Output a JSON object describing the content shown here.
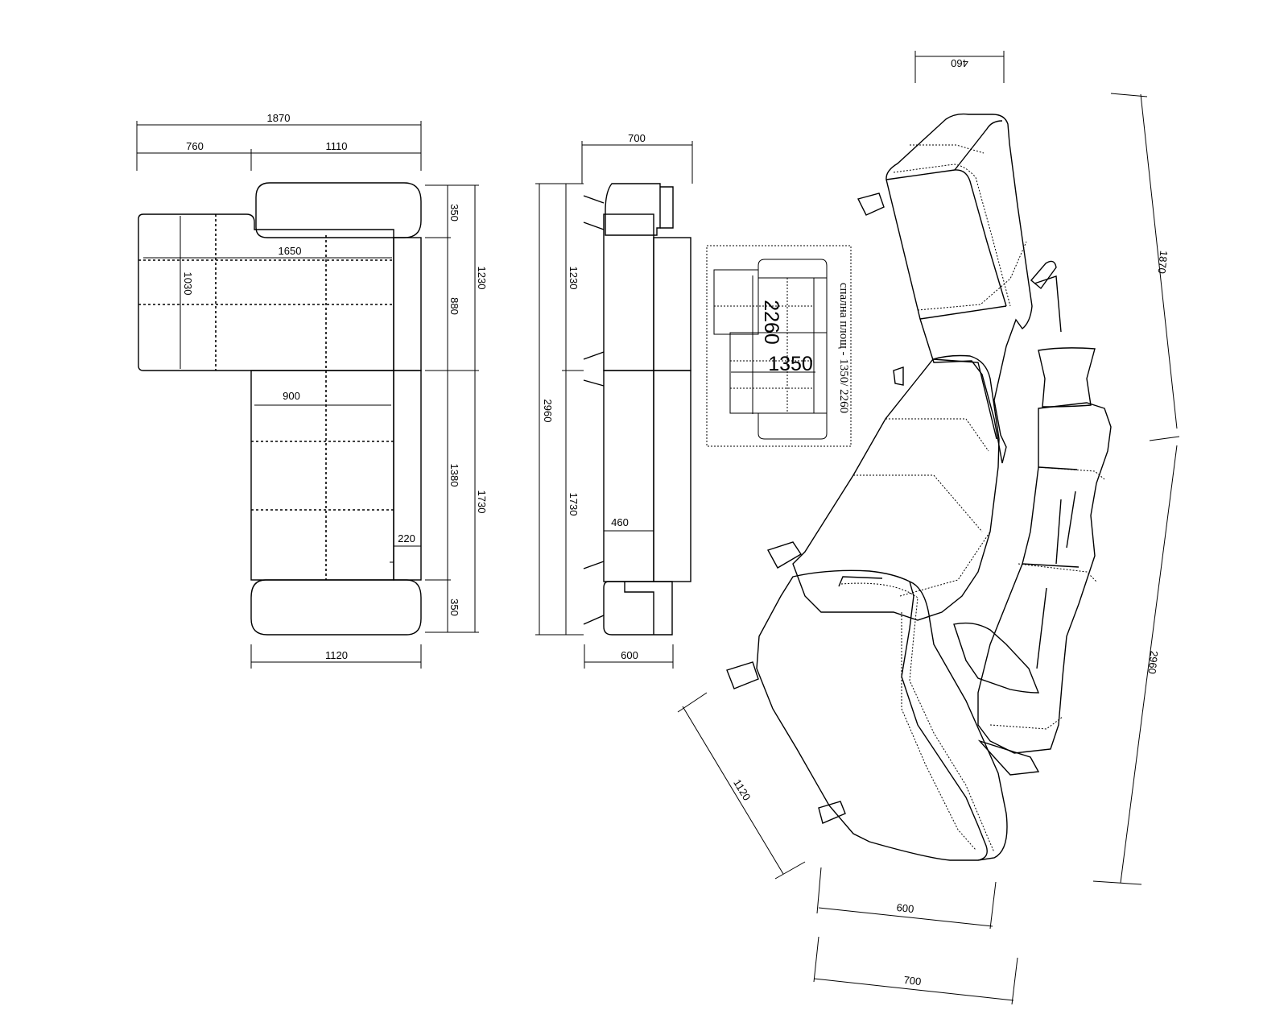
{
  "top_view": {
    "overall_width": "1870",
    "chaise_width": "760",
    "main_width": "1110",
    "depth_left": "1030",
    "bed_length": "1650",
    "seat_width": "900",
    "gap": "220",
    "arm_top": "350",
    "section_upper": "880",
    "height_upper": "1230",
    "section_lower": "1380",
    "height_lower": "1730",
    "arm_bottom": "350",
    "bottom_width": "1120"
  },
  "side_view": {
    "top_width": "700",
    "total_length": "2960",
    "upper": "1230",
    "lower": "1730",
    "inner": "460",
    "bottom_width": "600"
  },
  "sleeping_area": {
    "note": "спална площ - 1350/ 2260",
    "length": "2260",
    "width": "1350"
  },
  "perspective_view": {
    "top": "460",
    "right_upper": "1870",
    "right_lower": "2960",
    "left": "1120",
    "bottom_inner": "600",
    "bottom_outer": "700"
  }
}
